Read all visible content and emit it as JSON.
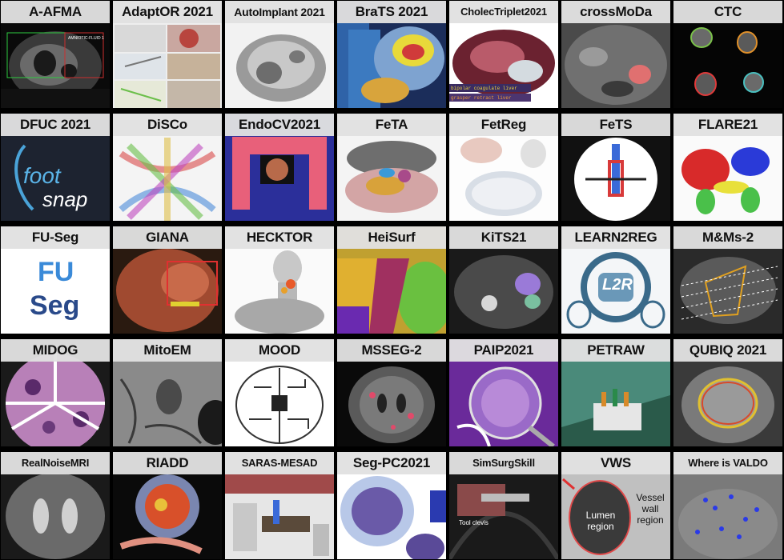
{
  "tiles": [
    {
      "label": "A-AFMA",
      "overlay": "AMNIOTIC-FLUID 1"
    },
    {
      "label": "AdaptOR 2021"
    },
    {
      "label": "AutoImplant 2021"
    },
    {
      "label": "BraTS 2021"
    },
    {
      "label": "CholecTriplet2021",
      "lines": [
        "bipolar coagulate liver",
        "grasper retract liver"
      ]
    },
    {
      "label": "crossMoDa"
    },
    {
      "label": "CTC"
    },
    {
      "label": "DFUC 2021",
      "logo_line1": "foot",
      "logo_line2": "snap"
    },
    {
      "label": "DiSCo"
    },
    {
      "label": "EndoCV2021"
    },
    {
      "label": "FeTA"
    },
    {
      "label": "FetReg"
    },
    {
      "label": "FeTS"
    },
    {
      "label": "FLARE21"
    },
    {
      "label": "FU-Seg",
      "logo_line1": "FU",
      "logo_line2": "Seg"
    },
    {
      "label": "GIANA"
    },
    {
      "label": "HECKTOR"
    },
    {
      "label": "HeiSurf"
    },
    {
      "label": "KiTS21"
    },
    {
      "label": "LEARN2REG",
      "logo": "L2R"
    },
    {
      "label": "M&Ms-2"
    },
    {
      "label": "MIDOG"
    },
    {
      "label": "MitoEM"
    },
    {
      "label": "MOOD"
    },
    {
      "label": "MSSEG-2"
    },
    {
      "label": "PAIP2021"
    },
    {
      "label": "PETRAW"
    },
    {
      "label": "QUBIQ 2021"
    },
    {
      "label": "RealNoiseMRI"
    },
    {
      "label": "RIADD"
    },
    {
      "label": "SARAS-MESAD"
    },
    {
      "label": "Seg-PC2021"
    },
    {
      "label": "SimSurgSkill",
      "caption": "Tool clevis"
    },
    {
      "label": "VWS",
      "region1_line1": "Lumen",
      "region1_line2": "region",
      "region2_line1": "Vessel",
      "region2_line2": "wall",
      "region2_line3": "region"
    },
    {
      "label": "Where is VALDO"
    }
  ]
}
